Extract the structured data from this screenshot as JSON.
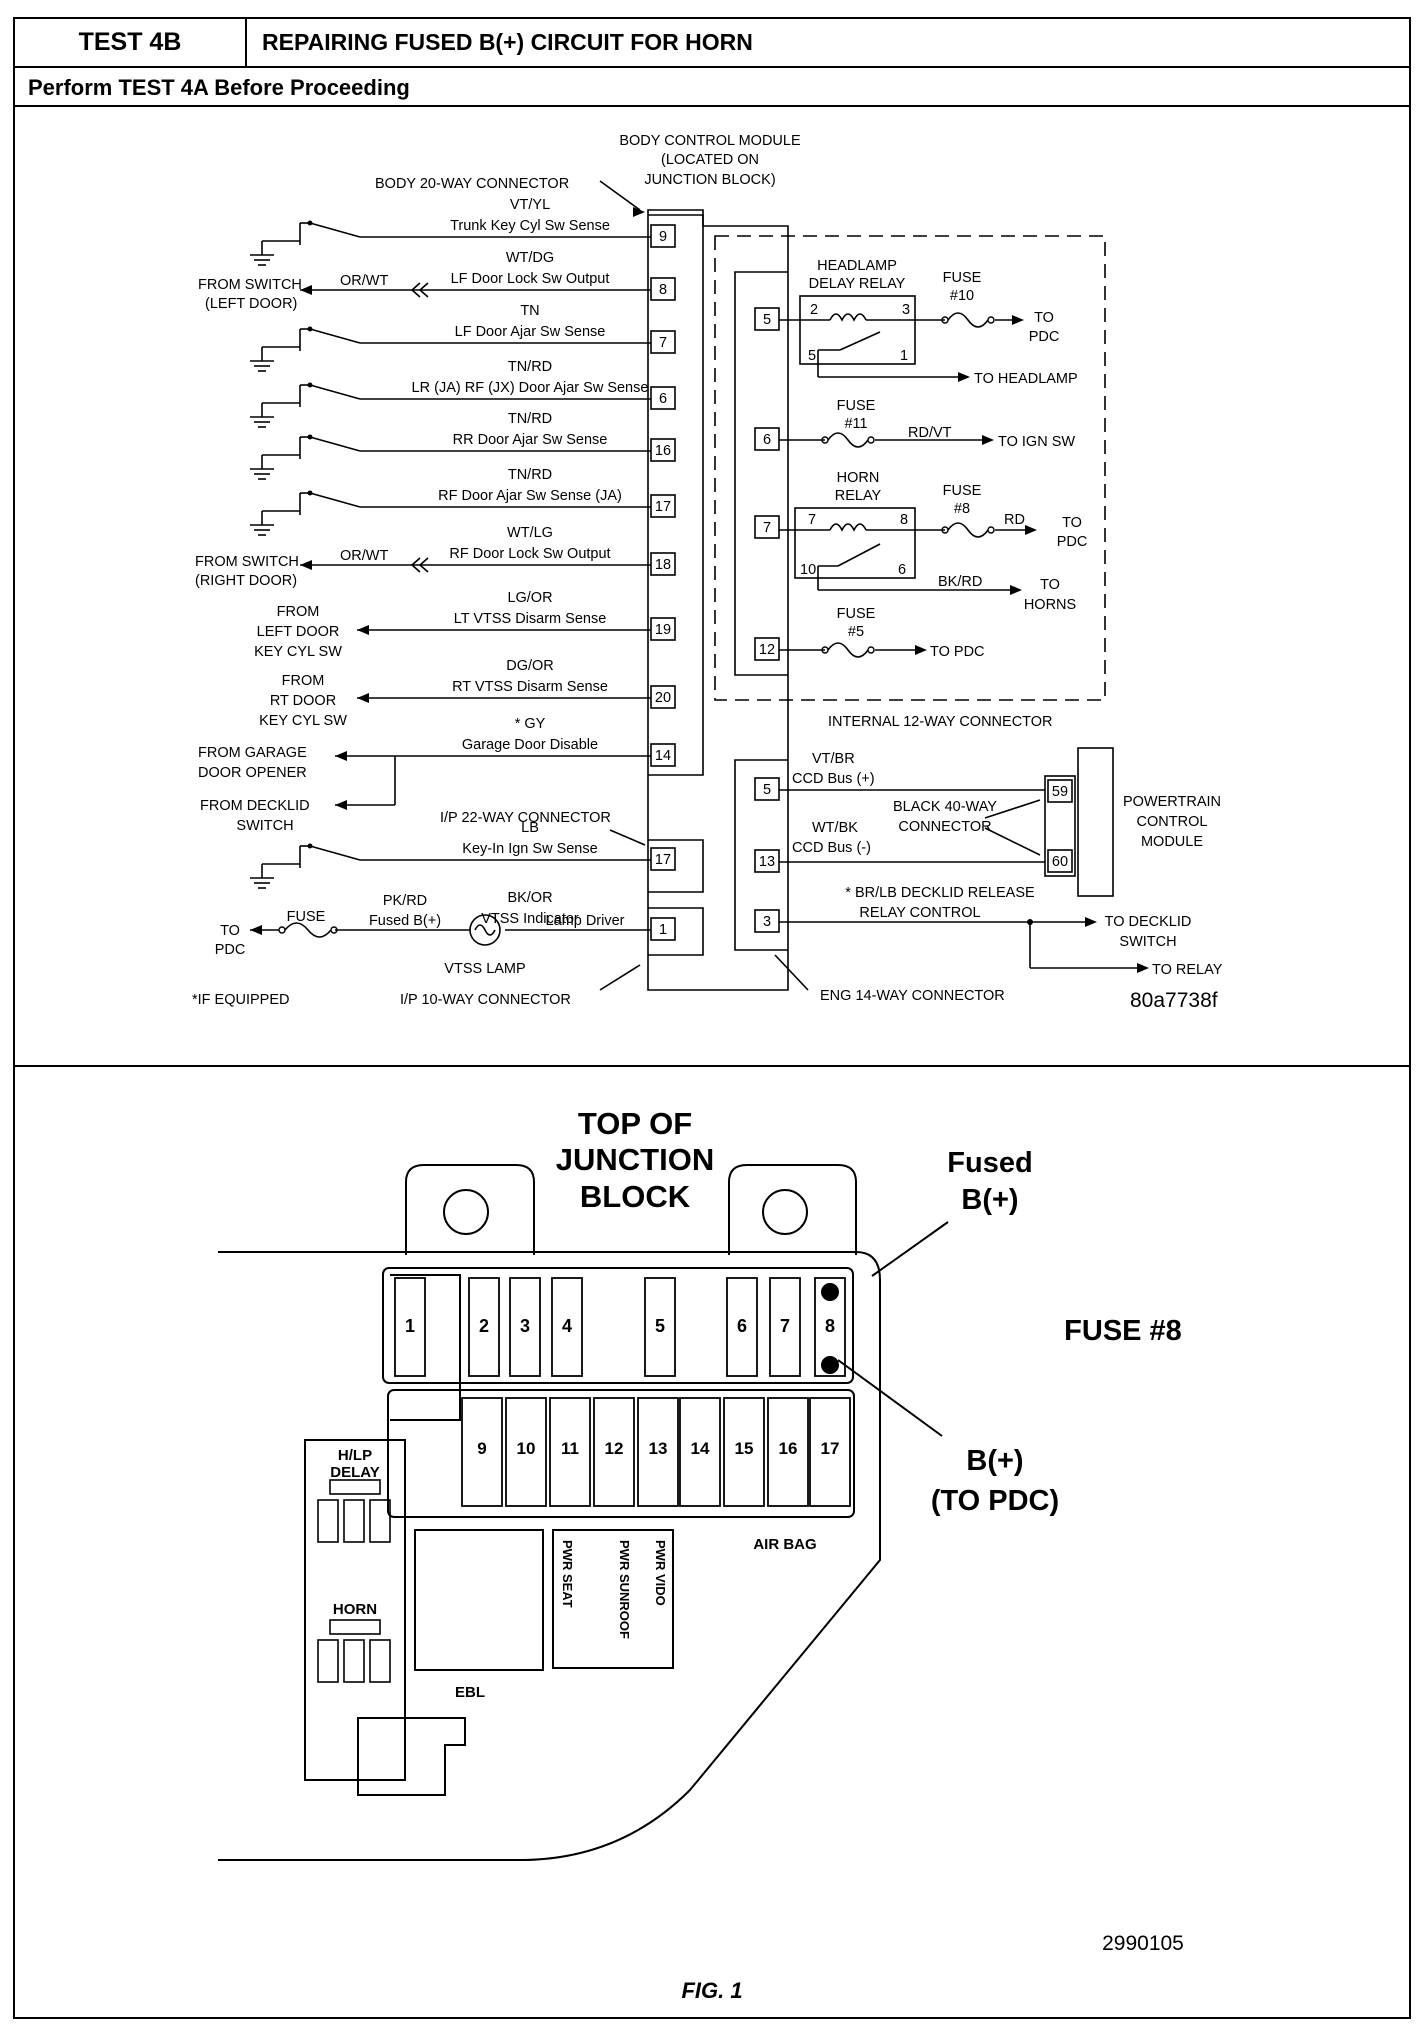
{
  "header": {
    "test_id": "TEST 4B",
    "title": "REPAIRING FUSED B(+) CIRCUIT FOR HORN",
    "subtitle": "Perform TEST 4A Before Proceeding"
  },
  "schematic": {
    "bcm_label": [
      "BODY CONTROL MODULE",
      "(LOCATED ON",
      "JUNCTION BLOCK)"
    ],
    "body20_label": "BODY 20-WAY CONNECTOR",
    "ip22_label": "I/P 22-WAY CONNECTOR",
    "ip10_label": "I/P 10-WAY CONNECTOR",
    "eng14_label": "ENG 14-WAY CONNECTOR",
    "internal12_label": "INTERNAL 12-WAY CONNECTOR",
    "if_equipped": "*IF EQUIPPED",
    "drawing_id": "80a7738f",
    "left_circuits": [
      {
        "pin": "9",
        "wire": "VT/YL",
        "desc": "Trunk Key Cyl Sw Sense"
      },
      {
        "pin": "8",
        "wire": "WT/DG",
        "desc": "LF Door Lock Sw Output"
      },
      {
        "pin": "7",
        "wire": "TN",
        "desc": "LF Door Ajar Sw Sense"
      },
      {
        "pin": "6",
        "wire": "TN/RD",
        "desc": "LR (JA) RF (JX) Door Ajar Sw Sense"
      },
      {
        "pin": "16",
        "wire": "TN/RD",
        "desc": "RR Door Ajar Sw Sense"
      },
      {
        "pin": "17",
        "wire": "TN/RD",
        "desc": "RF Door Ajar Sw Sense (JA)"
      },
      {
        "pin": "18",
        "wire": "WT/LG",
        "desc": "RF Door Lock Sw Output"
      },
      {
        "pin": "19",
        "wire": "LG/OR",
        "desc": "LT VTSS Disarm Sense"
      },
      {
        "pin": "20",
        "wire": "DG/OR",
        "desc": "RT VTSS Disarm Sense"
      },
      {
        "pin": "14",
        "wire": "* GY",
        "desc": "Garage Door Disable"
      },
      {
        "pin": "17",
        "wire": "LB",
        "desc": "Key-In Ign Sw Sense"
      },
      {
        "pin": "1",
        "wire": "BK/OR",
        "desc": "VTSS Indicator"
      }
    ],
    "lamp_driver": "Lamp Driver",
    "fused_b_wire": "PK/RD",
    "fused_b_desc": "Fused B(+)",
    "orwt_left": "OR/WT",
    "orwt_right": "OR/WT",
    "from_switch_left": [
      "FROM SWITCH",
      "(LEFT DOOR)"
    ],
    "from_switch_right": [
      "FROM SWITCH",
      "(RIGHT DOOR)"
    ],
    "from_left_door": [
      "FROM",
      "LEFT DOOR",
      "KEY CYL SW"
    ],
    "from_rt_door": [
      "FROM",
      "RT DOOR",
      "KEY CYL SW"
    ],
    "from_garage": [
      "FROM GARAGE",
      "DOOR OPENER"
    ],
    "from_decklid": [
      "FROM DECKLID",
      "SWITCH"
    ],
    "fuse_word": "FUSE",
    "to_pdc": [
      "TO",
      "PDC"
    ],
    "vtss_lamp": "VTSS LAMP",
    "internal_pins": [
      "5",
      "6",
      "7",
      "12"
    ],
    "headlamp_relay": [
      "HEADLAMP",
      "DELAY RELAY"
    ],
    "horn_relay": [
      "HORN",
      "RELAY"
    ],
    "fuse10": "#10",
    "fuse11": "#11",
    "fuse8": "#8",
    "fuse5": "#5",
    "to_headlamp": "TO HEADLAMP",
    "rdvt": "RD/VT",
    "to_ign_sw": "TO IGN SW",
    "rd": "RD",
    "bkrd": "BK/RD",
    "to_horns": [
      "TO",
      "HORNS"
    ],
    "to_pdc_single": "TO PDC",
    "relay_pins_hl": [
      "2",
      "3",
      "5",
      "1"
    ],
    "relay_pins_horn": [
      "7",
      "8",
      "10",
      "6"
    ],
    "eng_pins": [
      "5",
      "13",
      "3"
    ],
    "vtbr": "VT/BR",
    "ccd_plus": "CCD Bus (+)",
    "wtbk": "WT/BK",
    "ccd_minus": "CCD Bus (-)",
    "brlb": "* BR/LB DECKLID RELEASE",
    "relay_control": "RELAY CONTROL",
    "to_decklid_switch": [
      "TO DECKLID",
      "SWITCH"
    ],
    "to_relay": "TO RELAY",
    "black40": [
      "BLACK 40-WAY",
      "CONNECTOR"
    ],
    "pcm_pins": [
      "59",
      "60"
    ],
    "pcm": [
      "POWERTRAIN",
      "CONTROL",
      "MODULE"
    ]
  },
  "junction": {
    "title": [
      "TOP OF",
      "JUNCTION",
      "BLOCK"
    ],
    "fused_b": [
      "Fused",
      "B(+)"
    ],
    "fuse8_label": "FUSE #8",
    "b_plus": [
      "B(+)",
      "(TO PDC)"
    ],
    "top_fuses": [
      "1",
      "2",
      "3",
      "4",
      "5",
      "6",
      "7",
      "8"
    ],
    "bottom_fuses": [
      "9",
      "10",
      "11",
      "12",
      "13",
      "14",
      "15",
      "16",
      "17"
    ],
    "hlp_delay": [
      "H/LP",
      "DELAY"
    ],
    "horn": "HORN",
    "ebl": "EBL",
    "air_bag": "AIR BAG",
    "pwr_seat": "PWR SEAT",
    "pwr_sunroof": "PWR SUNROOF",
    "pwr_vido": "PWR VIDO",
    "drawing_id": "2990105",
    "fig": "FIG. 1"
  }
}
